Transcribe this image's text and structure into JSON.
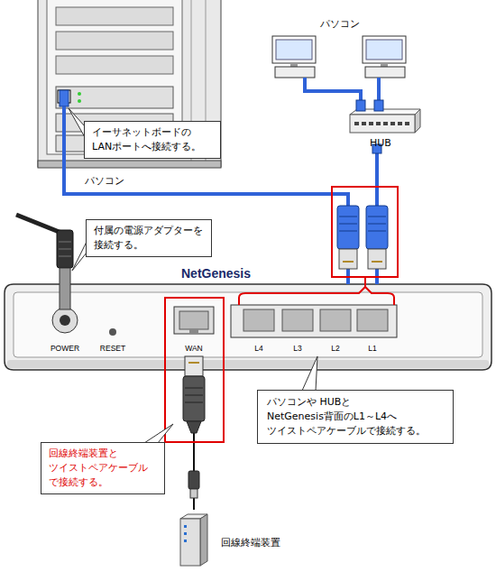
{
  "diagram": {
    "nodes": [
      {
        "text": [
          "パソコン"
        ]
      },
      {
        "text": [
          "パソコン"
        ]
      },
      {
        "text": [
          "イーサネットボードの LANポートへ接続する。"
        ]
      },
      {
        "text": [
          "HUB"
        ]
      },
      {
        "text": [
          "付属の電源アダプターを 接続する。"
        ]
      },
      {
        "text": [
          "NetGenesis"
        ]
      },
      {
        "text": [
          "パソコンや HUBと NetGenesis背面のL1～L4へ ツイストペアケーブルで接続する。"
        ]
      },
      {
        "text": [
          "回線終端装置と ツイストペアケーブル で接続する。"
        ]
      },
      {
        "text": [
          "回線終端装置"
        ]
      }
    ],
    "edges": [
      {
        "from": 0,
        "to": 5,
        "arrow": "none"
      },
      {
        "from": 1,
        "to": 3,
        "arrow": "none"
      },
      {
        "from": 1,
        "to": 3,
        "arrow": "none"
      },
      {
        "from": 3,
        "to": 5,
        "arrow": "none"
      },
      {
        "from": 5,
        "to": 8,
        "arrow": "none"
      }
    ],
    "labels": [
      "POWER",
      "RESET",
      "WAN",
      "L4",
      "L3",
      "L2",
      "L1"
    ]
  }
}
